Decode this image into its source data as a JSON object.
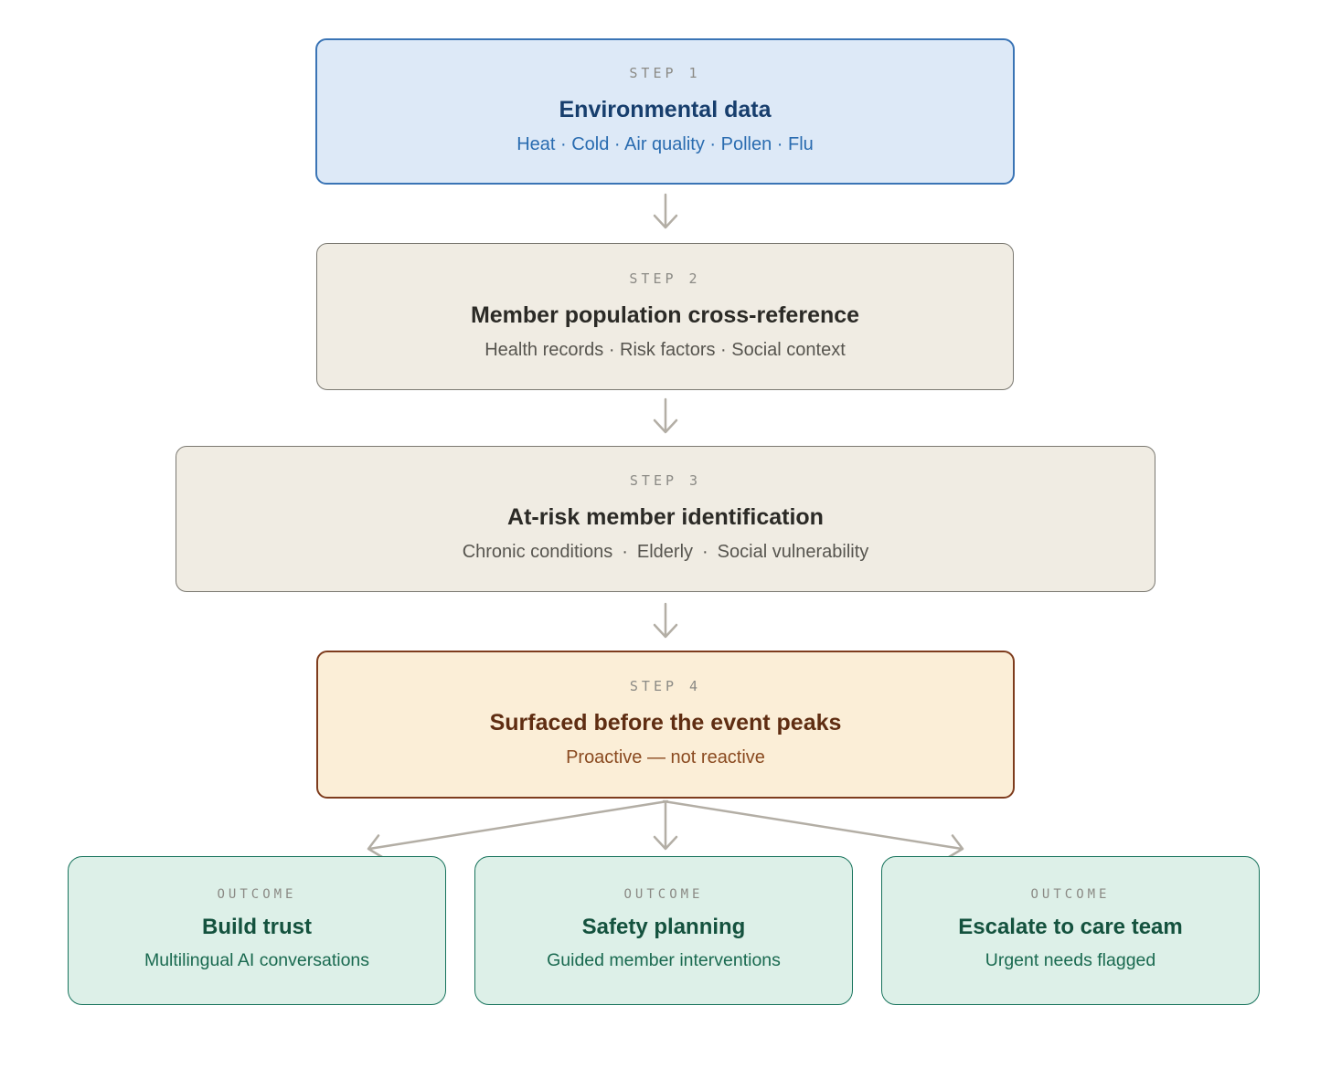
{
  "diagram": {
    "steps": [
      {
        "label": "STEP 1",
        "title": "Environmental data",
        "subtitle": "Heat · Cold · Air quality · Pollen · Flu"
      },
      {
        "label": "STEP 2",
        "title": "Member population cross-reference",
        "subtitle": "Health records · Risk factors · Social context"
      },
      {
        "label": "STEP 3",
        "title": "At-risk member identification",
        "subtitle": "Chronic conditions · Elderly · Social vulnerability"
      },
      {
        "label": "STEP 4",
        "title": "Surfaced before the event peaks",
        "subtitle": "Proactive — not reactive"
      }
    ],
    "outcomes": [
      {
        "label": "OUTCOME",
        "title": "Build trust",
        "subtitle": "Multilingual AI conversations"
      },
      {
        "label": "OUTCOME",
        "title": "Safety planning",
        "subtitle": "Guided member interventions"
      },
      {
        "label": "OUTCOME",
        "title": "Escalate to care team",
        "subtitle": "Urgent needs flagged"
      }
    ],
    "icons": [
      "down-arrow-icon",
      "branch-arrow-icon"
    ],
    "colors": {
      "background": "#ffffff",
      "step1_fill": "#dde9f7",
      "step1_border": "#3a74b5",
      "step1_title": "#173e6d",
      "step1_subtitle": "#2a6cb0",
      "neutral_fill": "#f0ece3",
      "neutral_border": "#7b7971",
      "neutral_title": "#2b2a26",
      "neutral_subtitle": "#57554f",
      "step4_fill": "#fbeed7",
      "step4_border": "#7e3c1d",
      "step4_title": "#5f2d12",
      "step4_subtitle": "#8a4a20",
      "outcome_fill": "#ddf0e8",
      "outcome_border": "#17735c",
      "outcome_title": "#14523e",
      "outcome_subtitle": "#1a6a50",
      "eyebrow_label": "#8b8a85",
      "arrow": "#b3aea5"
    }
  }
}
